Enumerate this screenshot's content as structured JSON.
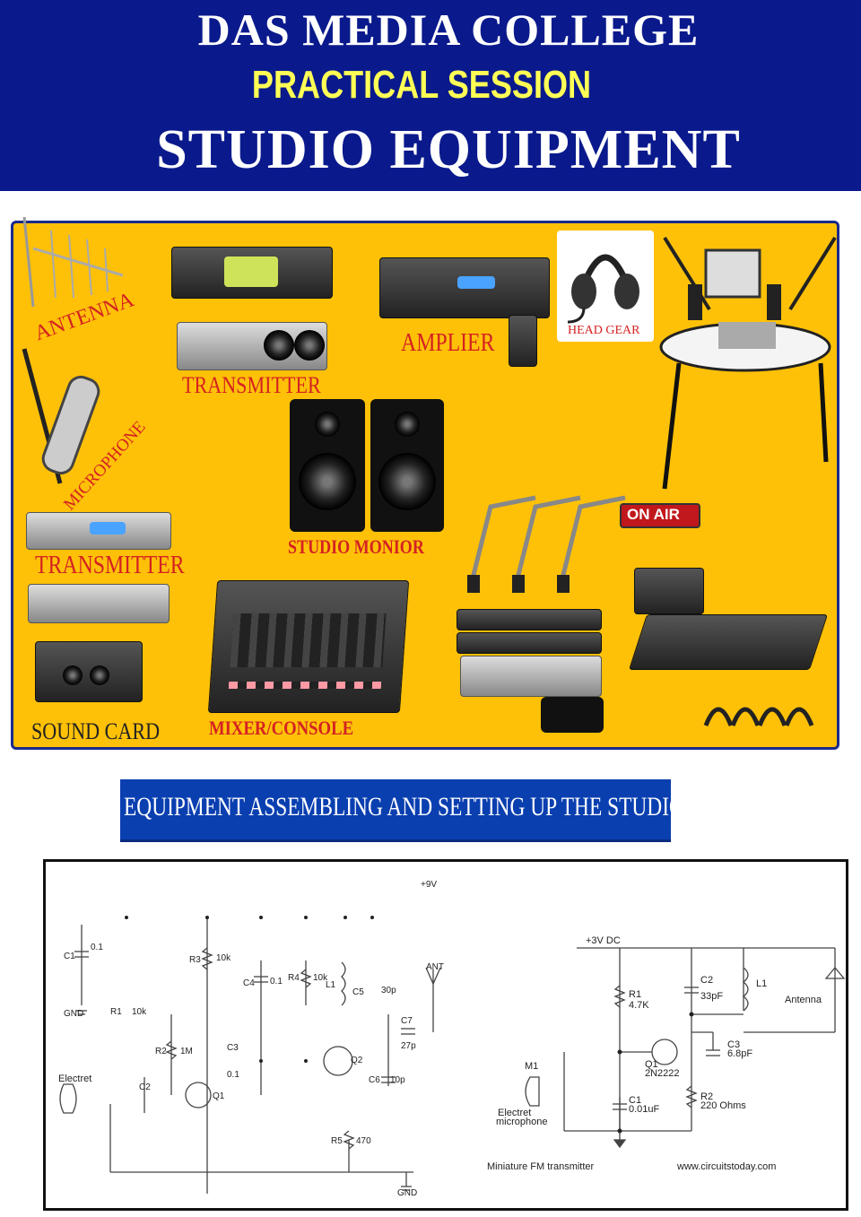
{
  "header": {
    "college": "DAS MEDIA COLLEGE",
    "session": "PRACTICAL SESSION",
    "title": "STUDIO EQUIPMENT",
    "background": "#0a1a8c"
  },
  "equipment_board": {
    "background": "#ffc107",
    "labels": {
      "antenna": "ANTENNA",
      "microphone": "MICROPHONE",
      "transmitter_top": "TRANSMITTER",
      "amplifier": "AMPLIER",
      "head_gear": "HEAD GEAR",
      "studio_monitor": "STUDIO MONIOR",
      "on_air": "ON AIR",
      "transmitter_left": "TRANSMITTER",
      "sound_card": "SOUND CARD",
      "mixer_console": "MIXER/CONSOLE"
    }
  },
  "banner": {
    "text": "EQUIPMENT ASSEMBLING  AND SETTING UP THE STUDIO"
  },
  "circuit_left": {
    "plus9v": "+9V",
    "c1": "C1",
    "c1v": "0.1",
    "gnd_top": "GND",
    "r1": "R1",
    "r1v": "10k",
    "r2": "R2",
    "r2v": "1M",
    "r3": "R3",
    "r3v": "10k",
    "c4": "C4",
    "c4v": "0.1",
    "r4": "R4",
    "r4v": "10k",
    "l1": "L1",
    "c5": "C5",
    "c5v": "30p",
    "ant": "ANT",
    "c3": "C3",
    "c3v": "0.1",
    "q2": "Q2",
    "c7": "C7",
    "c7v": "27p",
    "electret": "Electret",
    "c2": "C2",
    "q1": "Q1",
    "c6": "C6",
    "c6v": "10p",
    "r5": "R5",
    "r5v": "470",
    "gnd_bottom": "GND"
  },
  "circuit_right": {
    "supply": "+3V DC",
    "r1": "R1",
    "r1v": "4.7K",
    "c2": "C2",
    "c2v": "33pF",
    "l1": "L1",
    "antenna": "Antenna",
    "c3": "C3",
    "c3v": "6.8pF",
    "m1": "M1",
    "q1": "Q1",
    "q1v": "2N2222",
    "r2": "R2",
    "r2v": "220 Ohms",
    "c1": "C1",
    "c1v": "0.01uF",
    "mic": "Electret",
    "mic2": "microphone",
    "caption": "Miniature FM transmitter",
    "source": "www.circuitstoday.com"
  }
}
